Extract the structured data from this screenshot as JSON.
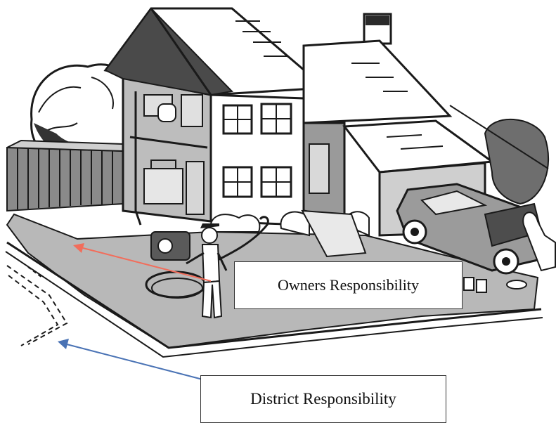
{
  "labels": {
    "owners": "Owners Responsibility",
    "district": "District Responsibility"
  },
  "colors": {
    "owners_arrow": "#f26d5b",
    "district_arrow": "#4a73b5",
    "shade": "#a7a7a7",
    "ink": "#1a1a1a"
  },
  "icons": [
    "house-illustration",
    "water-service-line",
    "worker-with-hose",
    "car",
    "hedge",
    "fence",
    "garage"
  ]
}
